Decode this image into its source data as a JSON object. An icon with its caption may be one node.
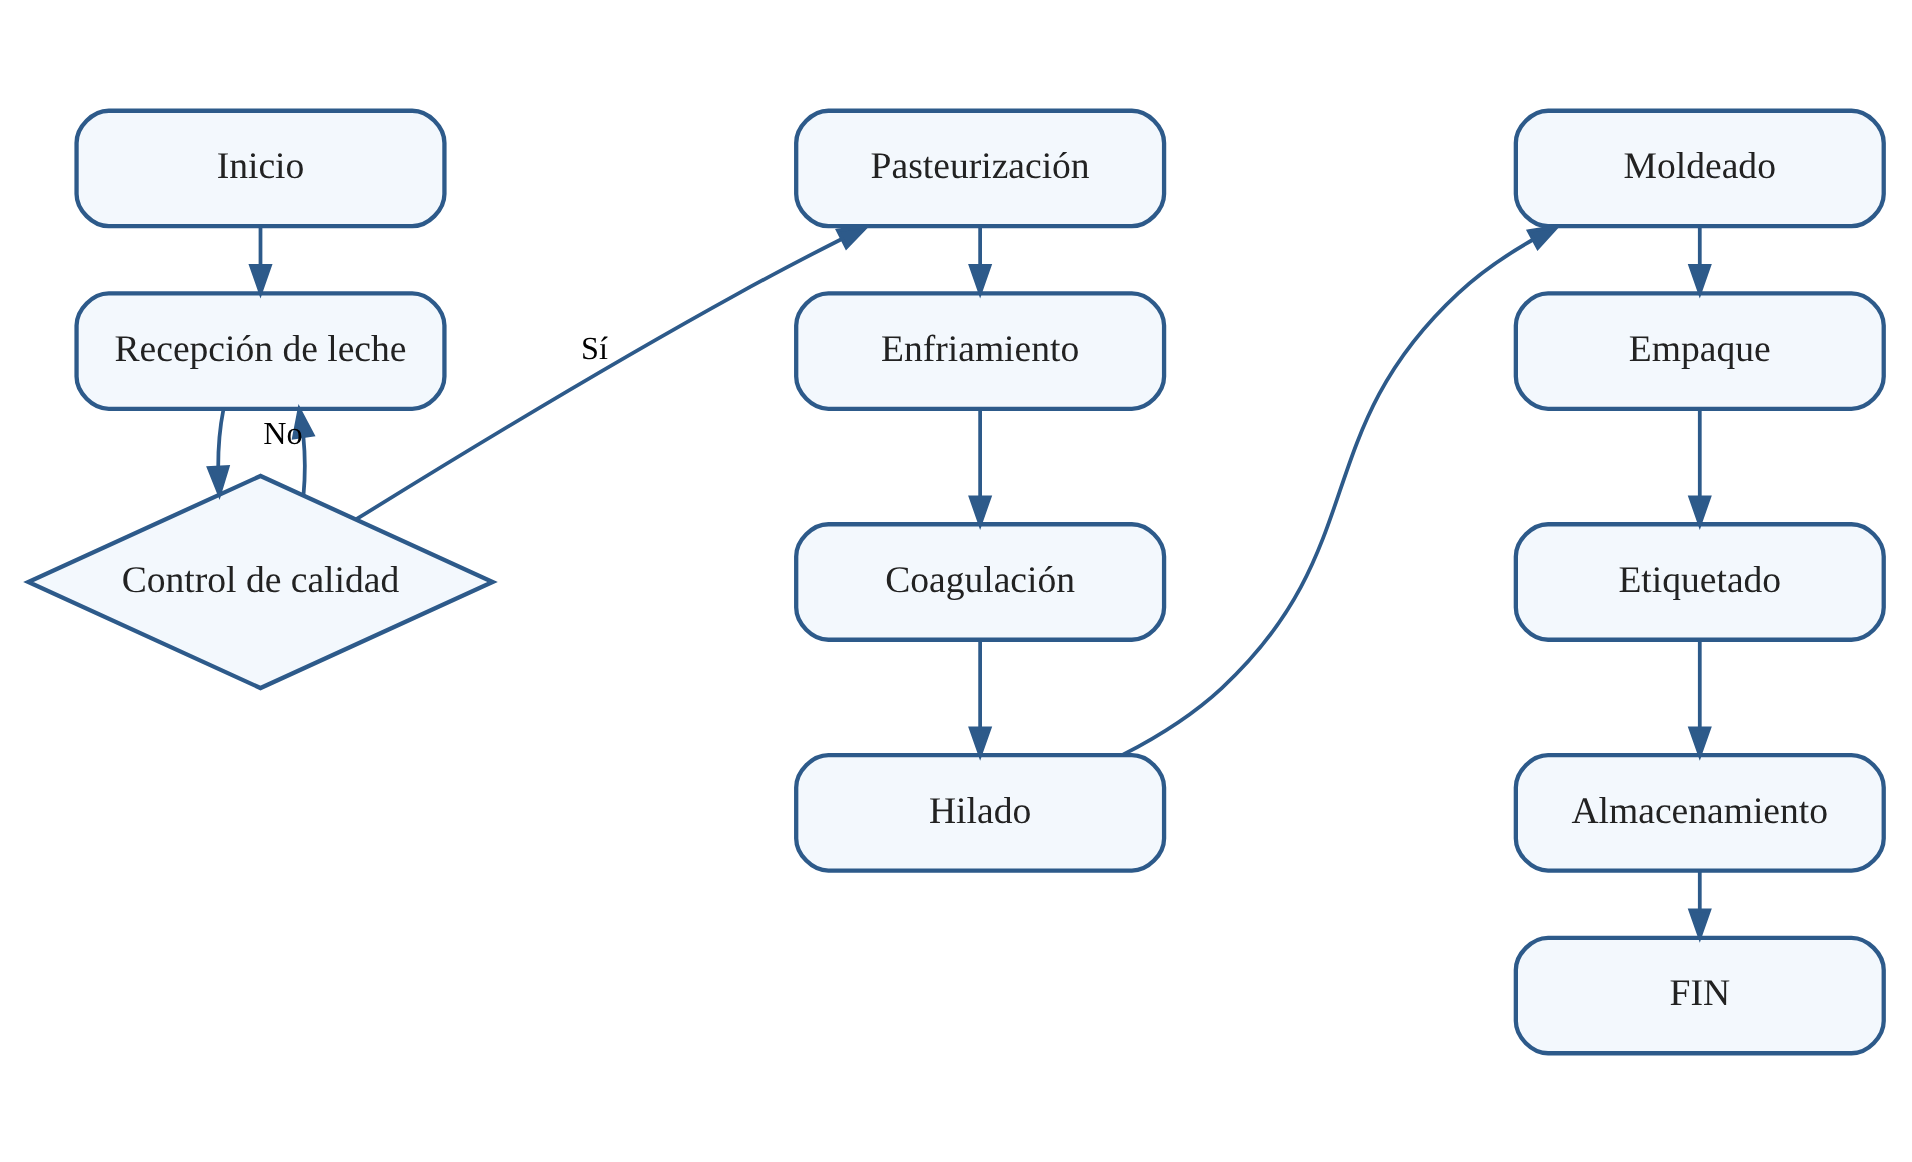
{
  "diagram": {
    "nodes": [
      {
        "text": [
          "Inicio"
        ]
      },
      {
        "text": [
          "Recepción de leche"
        ]
      },
      {
        "text": [
          "Control de calidad"
        ]
      },
      {
        "text": [
          "Pasteurización"
        ]
      },
      {
        "text": [
          "Enfriamiento"
        ]
      },
      {
        "text": [
          "Coagulación"
        ]
      },
      {
        "text": [
          "Hilado"
        ]
      },
      {
        "text": [
          "Moldeado"
        ]
      },
      {
        "text": [
          "Empaque"
        ]
      },
      {
        "text": [
          "Etiquetado"
        ]
      },
      {
        "text": [
          "Almacenamiento"
        ]
      },
      {
        "text": [
          "FIN"
        ]
      }
    ],
    "edges": [
      {
        "from": 0,
        "to": 1,
        "arrow": "to"
      },
      {
        "from": 1,
        "to": 2,
        "arrow": "to"
      },
      {
        "from": 2,
        "to": 1,
        "arrow": "to",
        "label": "No"
      },
      {
        "from": 2,
        "to": 3,
        "arrow": "to",
        "label": "Sí"
      },
      {
        "from": 3,
        "to": 4,
        "arrow": "to"
      },
      {
        "from": 4,
        "to": 5,
        "arrow": "to"
      },
      {
        "from": 5,
        "to": 6,
        "arrow": "to"
      },
      {
        "from": 6,
        "to": 7,
        "arrow": "to"
      },
      {
        "from": 7,
        "to": 8,
        "arrow": "to"
      },
      {
        "from": 8,
        "to": 9,
        "arrow": "to"
      },
      {
        "from": 9,
        "to": 10,
        "arrow": "to"
      },
      {
        "from": 10,
        "to": 11,
        "arrow": "to"
      }
    ]
  }
}
